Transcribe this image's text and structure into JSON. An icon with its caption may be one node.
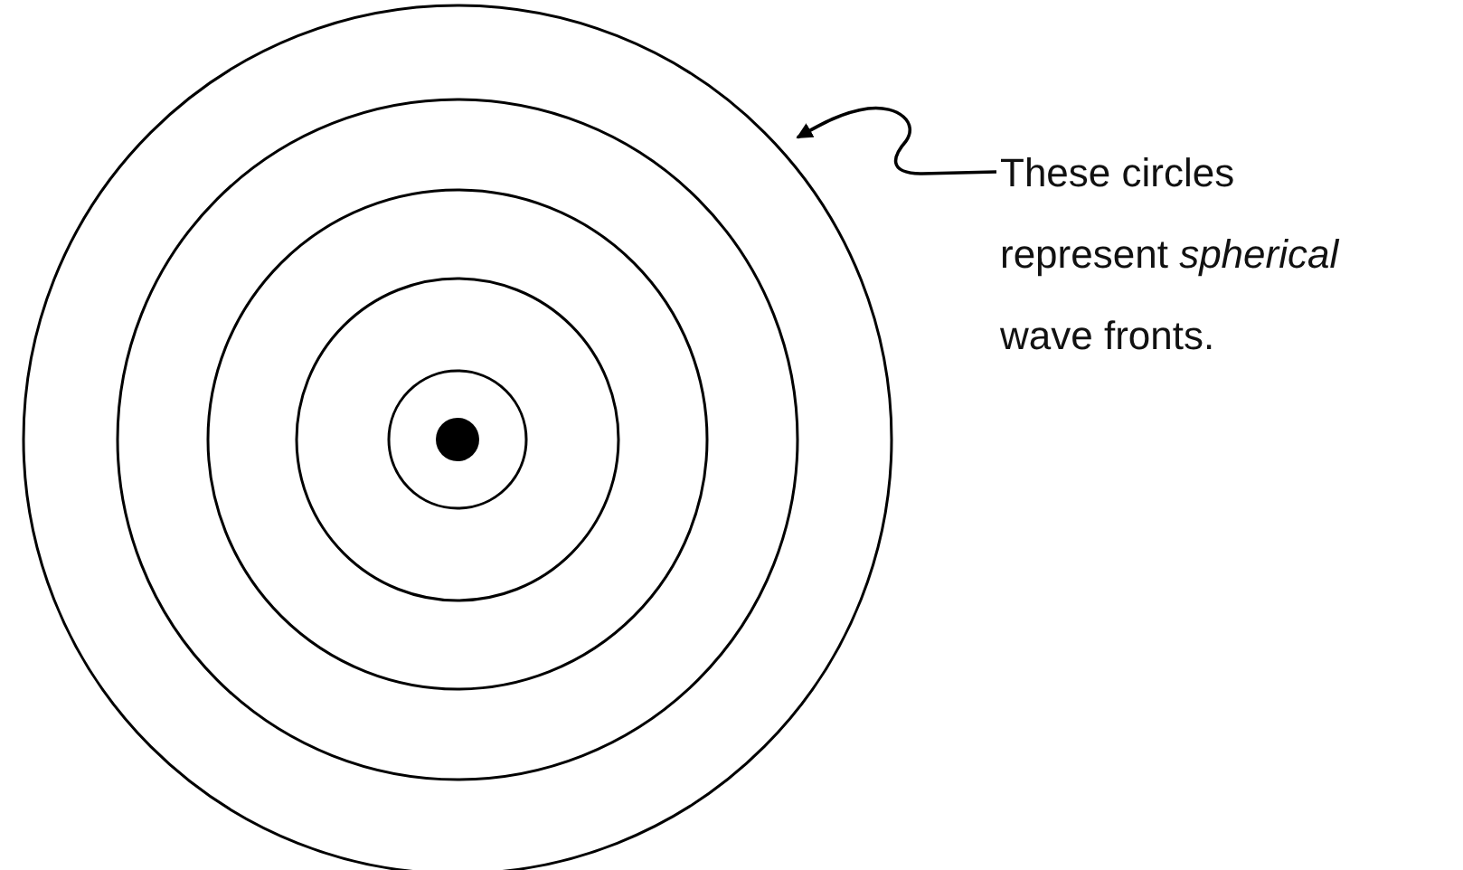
{
  "diagram": {
    "nodes": [
      {
        "text": [
          "These circles represent *spherical* wave fronts."
        ]
      },
      {
        "text": [],
        "shape": "circle"
      }
    ],
    "edges": [
      {
        "from": 0,
        "to": 1,
        "arrow": "to"
      }
    ]
  }
}
